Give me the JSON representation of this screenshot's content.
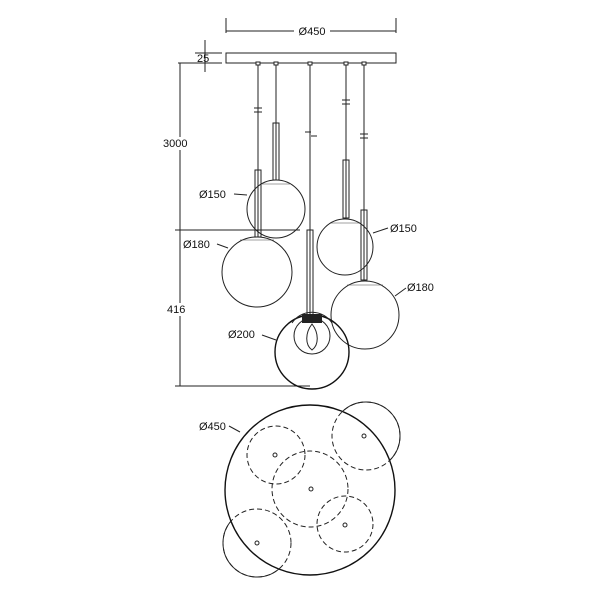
{
  "drawing": {
    "canopy_diameter": "Ø450",
    "canopy_height": "25",
    "cord_length": "3000",
    "shade_height": "416",
    "globe_left_small": "Ø150",
    "globe_left_large": "Ø180",
    "globe_right_small": "Ø150",
    "globe_right_large": "Ø180",
    "globe_center": "Ø200",
    "plan_diameter": "Ø450"
  }
}
